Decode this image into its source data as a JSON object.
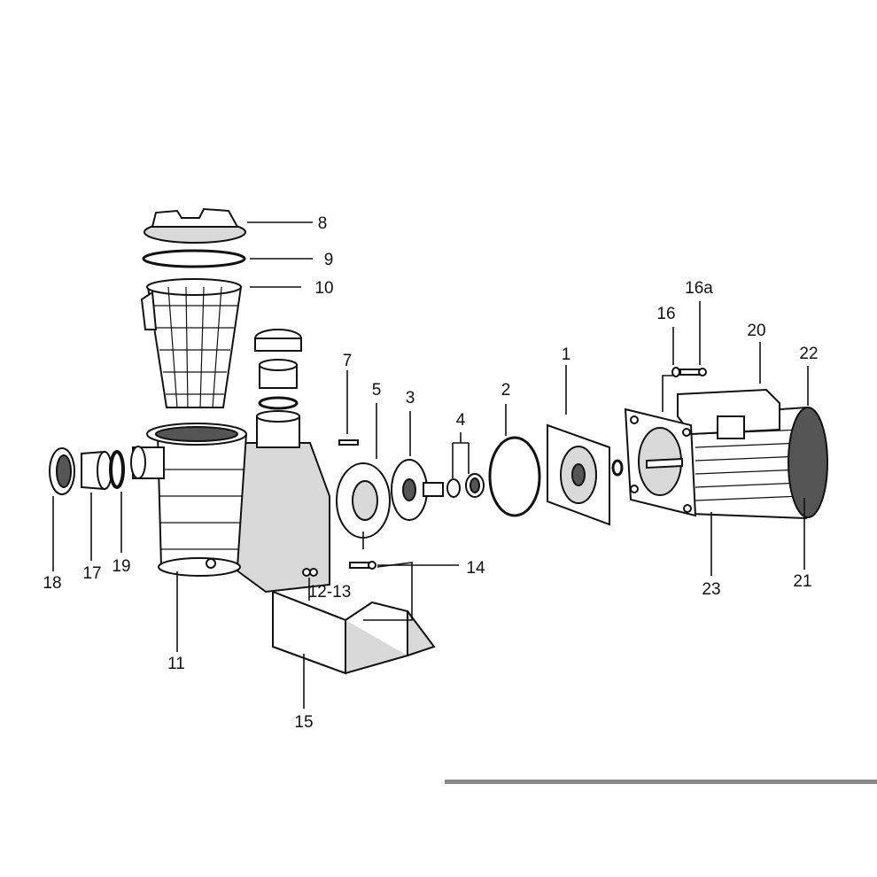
{
  "labels": {
    "p1": "1",
    "p2": "2",
    "p3": "3",
    "p4": "4",
    "p5": "5",
    "p7": "7",
    "p8": "8",
    "p9": "9",
    "p10": "10",
    "p11": "11",
    "p12_13": "12-13",
    "p14": "14",
    "p15": "15",
    "p16": "16",
    "p16a": "16a",
    "p17": "17",
    "p18": "18",
    "p19": "19",
    "p20": "20",
    "p21": "21",
    "p22": "22",
    "p23": "23"
  },
  "colors": {
    "ink": "#111111",
    "rule": "#888888",
    "shade": "#d9d9d9"
  }
}
